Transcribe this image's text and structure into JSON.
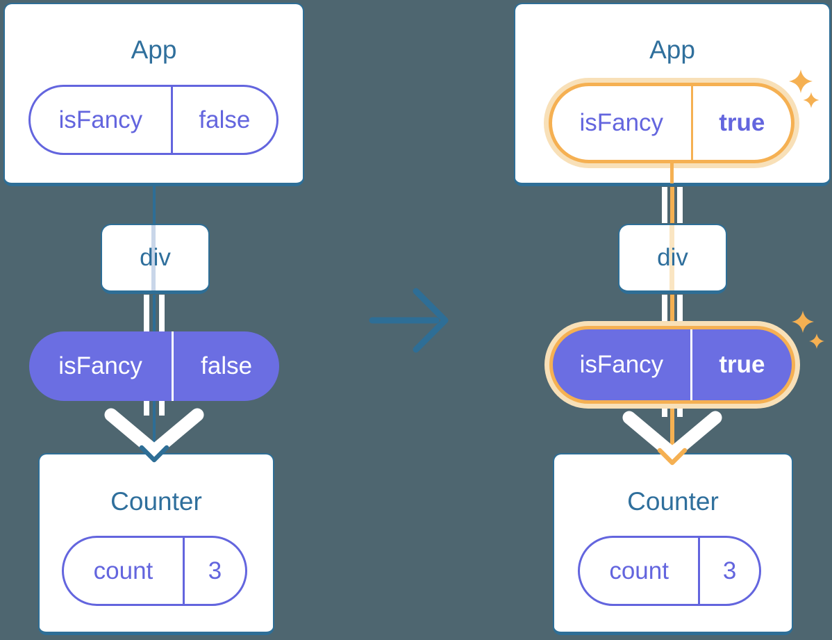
{
  "before": {
    "app": {
      "title": "App",
      "prop": {
        "name": "isFancy",
        "value": "false"
      }
    },
    "tree": {
      "div_label": "div"
    },
    "passed_prop": {
      "name": "isFancy",
      "value": "false"
    },
    "counter": {
      "title": "Counter",
      "state": {
        "name": "count",
        "value": "3"
      }
    }
  },
  "after": {
    "app": {
      "title": "App",
      "prop": {
        "name": "isFancy",
        "value": "true"
      }
    },
    "tree": {
      "div_label": "div"
    },
    "passed_prop": {
      "name": "isFancy",
      "value": "true"
    },
    "counter": {
      "title": "Counter",
      "state": {
        "name": "count",
        "value": "3"
      }
    }
  },
  "icons": {
    "transition_arrow": "right-arrow",
    "flow_arrow": "down-arrow-chevron",
    "sparkles": "sparkles"
  },
  "colors": {
    "background": "#4E6670",
    "steel_blue": "#2E6E96",
    "purple": "#6365DE",
    "purple_fill": "#6B6EE2",
    "highlight_orange": "#F5B052",
    "highlight_ring": "#F8E0B8",
    "card_background": "#FFFFFF"
  }
}
